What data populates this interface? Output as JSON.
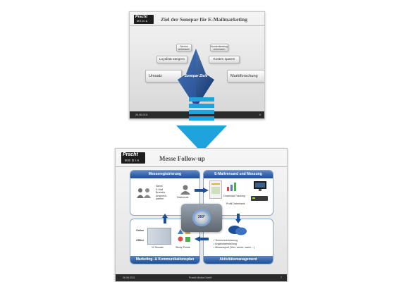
{
  "slide1": {
    "logo_top": "Pracht",
    "logo_bottom": "MEDIA",
    "title": "Ziel der Sonepar für E-Mailmarketing",
    "boxes": {
      "service": "Service verbessern",
      "kundenbindung": "Kundenbindung verbessern",
      "loyalitaet": "Loyalität steigern",
      "kosten": "Kosten sparen",
      "umsatz": "Umsatz",
      "marktforschung": "Marktforschung"
    },
    "arrow_label": "Sonepar Ziele",
    "footer_date": "26.08.2011",
    "footer_page": "6"
  },
  "slide2": {
    "logo_top": "Pracht",
    "logo_bottom": "MEDIA",
    "title": "Messe Follow-up",
    "panels": {
      "top_left": "Messeregistrierung",
      "top_right": "E-Mailversand und Messung",
      "bottom_left": "Marketing- & Kommunikationsplan",
      "bottom_right": "Aktivitätsmanagement"
    },
    "contact_fields": [
      "Name",
      "E-Mail",
      "Branche",
      "Ansprech-",
      "partner"
    ],
    "datennutz": "Datennutz",
    "download_tracking": "Download Tracking",
    "profil_datenbank": "Profil Datenbank",
    "online": "Online",
    "offline": "Offline",
    "zwoelf_monate": "12 Monate",
    "sticky_points": "Sticky Points",
    "hub": "360°",
    "activities": [
      "• Terminvereinbarung",
      "• Angebotserstellung",
      "• Messereport (Wer, woher, wann,...)"
    ],
    "footer_date": "26.08.2011",
    "footer_center": "Pracht Media GmbH",
    "footer_page": "7"
  },
  "colors": {
    "accent_blue": "#1e4f96",
    "arrow_cyan": "#1fa3dc",
    "footer": "#2a2a2a"
  }
}
